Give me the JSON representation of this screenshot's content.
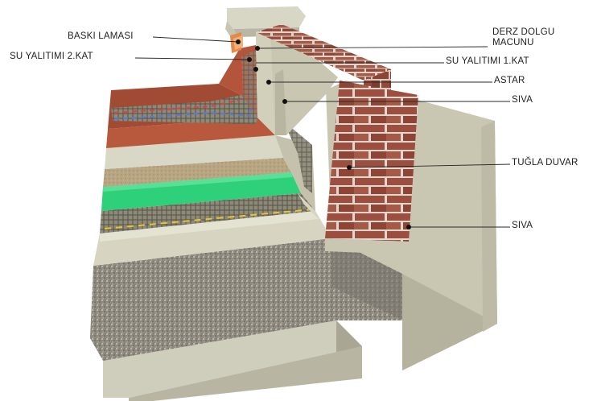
{
  "labels": {
    "baski_lamasi": "BASKI LAMASI",
    "su_yalitimi_2": "SU YALITIMI 2.KAT",
    "derz_line1": "DERZ DOLGU",
    "derz_line2": "MACUNU",
    "su_yalitimi_1": "SU YALITIMI 1.KAT",
    "astar": "ASTAR",
    "siva_top": "SIVA",
    "tugla_duvar": "TUĞLA DUVAR",
    "siva_bottom": "SIVA"
  },
  "colors": {
    "brick": "#9c4f3e",
    "plaster": "#cfcdb6",
    "gravel": "#8f8a80",
    "green_layer": "#2fd07a",
    "membrane": "#b8583c",
    "coping": "#d8d6c4"
  }
}
